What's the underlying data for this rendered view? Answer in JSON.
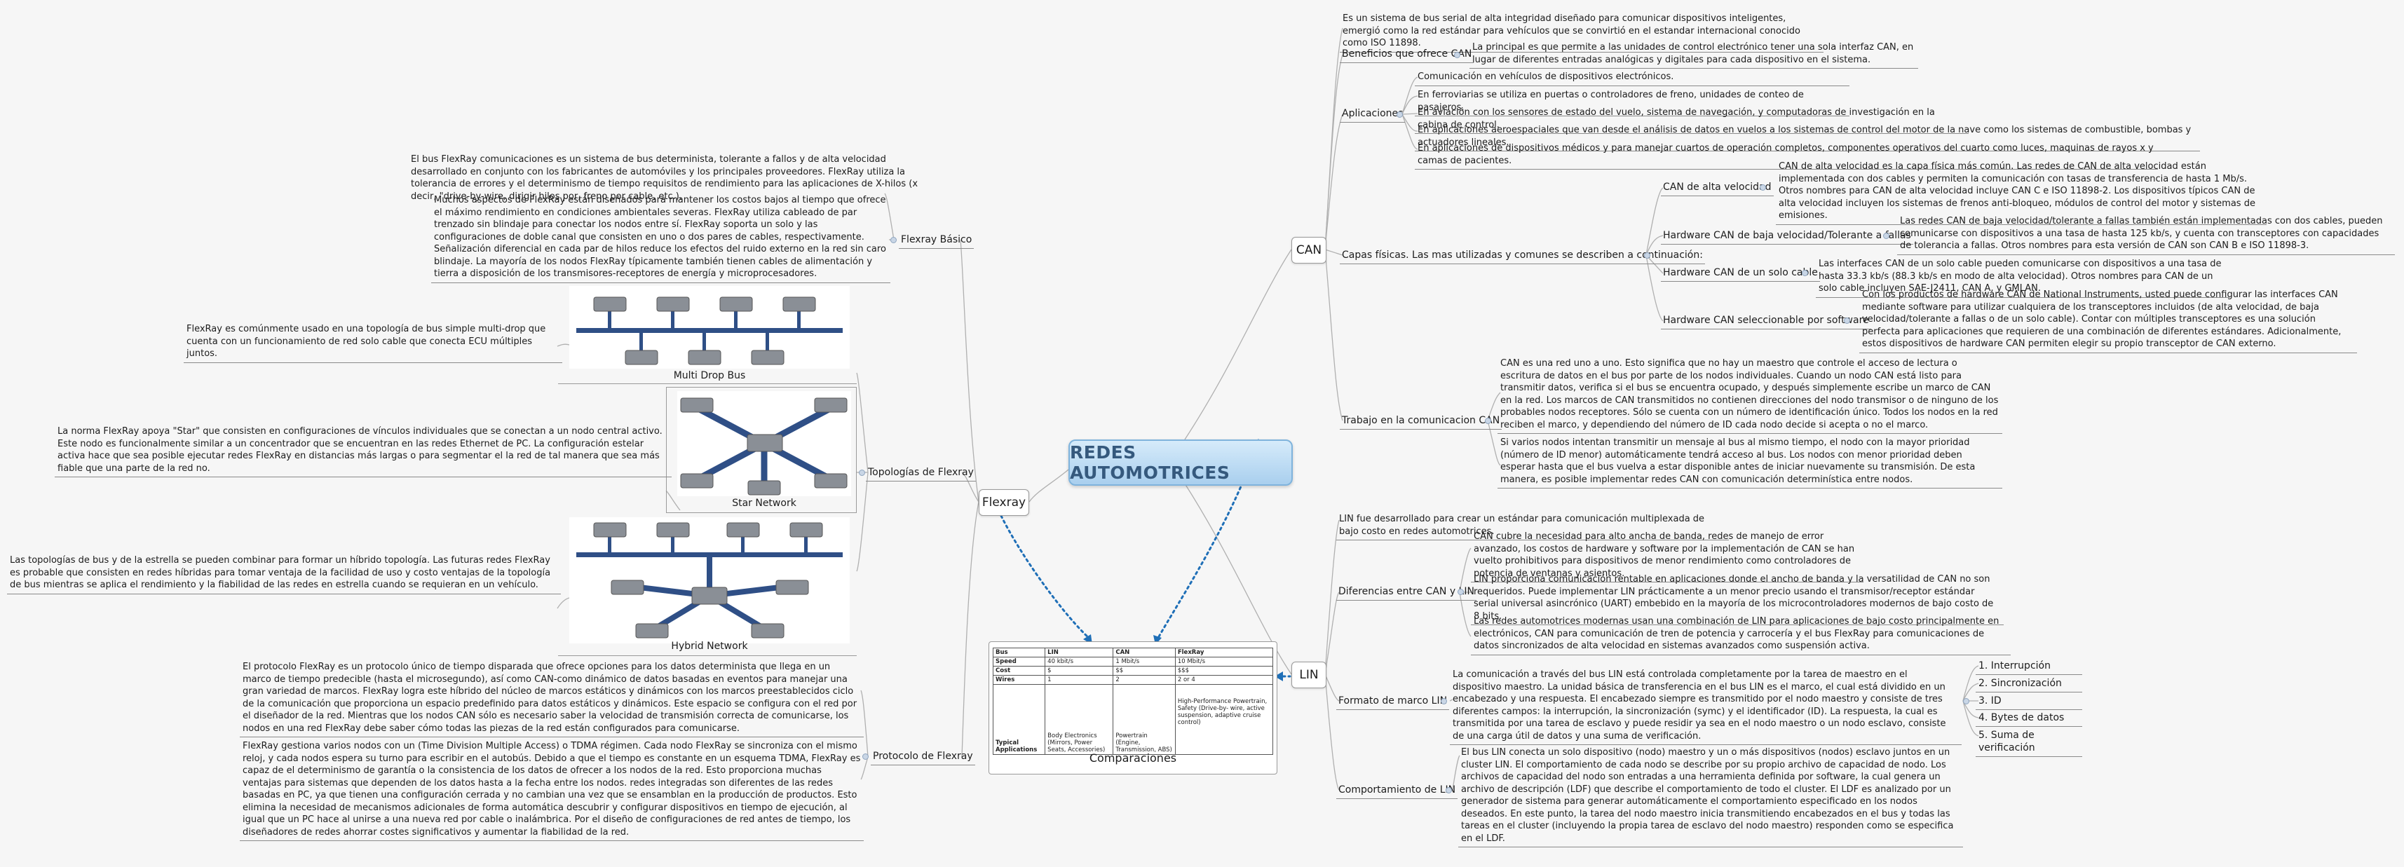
{
  "central": "REDES AUTOMOTRICES",
  "can": {
    "label": "CAN",
    "intro": "Es un sistema de bus serial de alta integridad diseñado para comunicar dispositivos inteligentes, emergió como la red estándar para vehículos que se convirtió en el estandar internacional conocido como ISO 11898.",
    "beneficios": {
      "label": "Beneficios que ofrece CAN",
      "text": "La principal es que permite a las unidades de control electrónico tener una sola interfaz CAN, en lugar de diferentes entradas analógicas y digitales para cada dispositivo en el sistema."
    },
    "aplicaciones": {
      "label": "Aplicaciones",
      "items": [
        "Comunicación en vehículos de dispositivos electrónicos.",
        "En ferroviarias se utiliza en puertas o controladores de freno, unidades de conteo de pasajeros.",
        "En aviación con los sensores de estado del vuelo, sistema de navegación, y computadoras de investigación en la cabina de control.",
        "En aplicaciones aeroespaciales que van desde el análisis de datos en vuelos a los sistemas de control del motor de la nave como los sistemas de combustible, bombas y actuadores lineales.",
        "En aplicaciones de dispositivos médicos y para manejar cuartos de operación completos, componentes operativos del cuarto como luces, maquinas de rayos x y camas de pacientes."
      ]
    },
    "capas": {
      "label": "Capas físicas. Las mas utilizadas y comunes se describen a continuación:",
      "items": [
        {
          "label": "CAN de alta velocidad",
          "text": "CAN de alta velocidad es la capa física más común. Las redes de CAN de alta velocidad están implementada con dos cables y permiten la comunicación con tasas de transferencia de hasta 1 Mb/s. Otros nombres para CAN de alta velocidad incluye CAN C e ISO 11898-2. Los dispositivos típicos CAN de alta velocidad incluyen los sistemas de frenos anti-bloqueo, módulos de control del motor y sistemas de emisiones."
        },
        {
          "label": "Hardware CAN de baja velocidad/Tolerante a fallas",
          "text": "Las redes CAN de baja velocidad/tolerante a fallas también están implementadas con dos cables, pueden comunicarse con dispositivos a una tasa de hasta 125 kb/s, y cuenta con transceptores con capacidades de tolerancia a fallas. Otros nombres para esta versión de CAN son CAN B e ISO 11898-3."
        },
        {
          "label": "Hardware CAN de un solo cable",
          "text": "Las interfaces CAN de un solo cable pueden comunicarse con dispositivos a una tasa de hasta 33.3 kb/s (88.3 kb/s en modo de alta velocidad). Otros nombres para CAN de un solo cable incluyen SAE-J2411, CAN A, y GMLAN."
        },
        {
          "label": "Hardware CAN seleccionable por software",
          "text": "Con los productos de hardware CAN de National Instruments, usted puede configurar las interfaces CAN mediante software para utilizar cualquiera de los transceptores incluidos (de alta velocidad, de baja velocidad/tolerante a fallas o de un solo cable). Contar con múltiples transceptores es una solución perfecta para aplicaciones que requieren de una combinación de diferentes estándares. Adicionalmente, estos dispositivos de hardware CAN permiten elegir su propio transceptor de CAN externo."
        }
      ]
    },
    "trabajo": {
      "label": "Trabajo en la comunicacion CAN",
      "items": [
        "CAN es una red uno a uno. Esto significa que no hay un maestro que controle el acceso de lectura o escritura de datos en el bus por parte de los nodos individuales. Cuando un nodo CAN está listo para transmitir datos, verifica si el bus se encuentra ocupado, y después simplemente escribe un marco de CAN en la red. Los marcos de CAN transmitidos no contienen direcciones del nodo transmisor o de ninguno de los probables nodos receptores. Sólo se cuenta con un número de identificación único. Todos los nodos en la red reciben el marco, y dependiendo del número de ID cada nodo decide si acepta o no el marco.",
        "Si varios nodos intentan transmitir un mensaje al bus al mismo tiempo, el nodo con la mayor prioridad (número de ID menor) automáticamente tendrá acceso al bus. Los nodos con menor prioridad deben esperar hasta que el bus vuelva a estar disponible antes de iniciar nuevamente su transmisión. De esta manera, es posible implementar redes CAN con comunicación determinística entre nodos."
      ]
    }
  },
  "lin": {
    "label": "LIN",
    "intro": "LIN fue desarrollado para crear un estándar para comunicación multiplexada de bajo costo en redes automotrices.",
    "diferencias": {
      "label": "Diferencias entre CAN y LIN",
      "items": [
        "CAN cubre la necesidad para alto ancha de banda, redes de manejo de error avanzado, los costos de hardware y software por la implementación de CAN se han vuelto prohibitivos para dispositivos de menor rendimiento como controladores de potencia de ventanas y asientos.",
        "LIN proporciona comunicación rentable en aplicaciones donde el ancho de banda y la versatilidad de CAN no son requeridos. Puede implementar LIN prácticamente a un menor precio usando el transmisor/receptor estándar serial universal asincrónico (UART) embebido en la mayoría de los microcontroladores modernos de bajo costo de 8 bits.",
        "Las redes automotrices modernas usan una combinación de LIN para aplicaciones de bajo costo principalmente en electrónicos, CAN para comunicación de tren de potencia y carrocería y el bus FlexRay para comunicaciones de datos sincronizados de alta velocidad en sistemas avanzados como suspensión activa."
      ]
    },
    "formato": {
      "label": "Formato de marco LIN",
      "text": "La comunicación a través del bus LIN está controlada completamente por la tarea de maestro en el dispositivo maestro. La unidad básica de transferencia en el bus LIN es el marco, el cual está dividido en un encabezado y una respuesta. El encabezado siempre es transmitido por el nodo maestro y consiste de tres diferentes campos: la interrupción, la sincronización (symc) y el identificador (ID). La respuesta, la cual es transmitida por una tarea de esclavo y puede residir ya sea en el nodo maestro o un nodo esclavo, consiste de una carga útil de datos y una suma de verificación.",
      "fields": [
        "1. Interrupción",
        "2. Sincronización",
        "3. ID",
        "4. Bytes de datos",
        "5. Suma de verificación"
      ]
    },
    "comportamiento": {
      "label": "Comportamiento de LIN",
      "text": "El bus LIN conecta un solo dispositivo (nodo) maestro y un o más dispositivos (nodos) esclavo juntos en un cluster LIN. El comportamiento de cada nodo se describe por su propio archivo de capacidad de nodo. Los archivos de capacidad del nodo son entradas a una herramienta definida por software, la cual genera un archivo de descripción (LDF) que describe el comportamiento de todo el cluster. El LDF es analizado por un generador de sistema para generar automáticamente el comportamiento especificado en los nodos deseados. En este punto, la tarea del nodo maestro inicia transmitiendo encabezados en el bus y todas las tareas en el cluster (incluyendo la propia tarea de esclavo del nodo maestro) responden como se especifica en el LDF."
    }
  },
  "flexray": {
    "label": "Flexray",
    "intro": "El bus FlexRay comunicaciones es un sistema de bus determinista, tolerante a fallos y de alta velocidad desarrollado en conjunto con los fabricantes de automóviles y los principales proveedores. FlexRay utiliza la tolerancia de errores y el determinismo de tiempo requisitos de rendimiento para las aplicaciones de X-hilos (x decir, \"drive-by-wire, dirigir hilos por, freno por cable, etc.).",
    "basico": {
      "label": "Flexray Básico",
      "text": "Muchos aspectos de FlexRay están diseñados para mantener los costos bajos al tiempo que ofrece el máximo rendimiento en condiciones ambientales severas. FlexRay utiliza cableado de par trenzado sin blindaje para conectar los nodos entre sí. FlexRay soporta un solo y las configuraciones de doble canal que consisten en uno o dos pares de cables, respectivamente. Señalización diferencial en cada par de hilos reduce los efectos del ruido externo en la red sin caro blindaje. La mayoría de los nodos FlexRay típicamente también tienen cables de alimentación y tierra a disposición de los transmisores-receptores de energía y microprocesadores."
    },
    "topologias": {
      "label": "Topologías de Flexray",
      "items": [
        {
          "caption": "Multi Drop Bus",
          "text": "FlexRay es comúnmente usado en una topología de bus simple multi-drop que cuenta con un funcionamiento de red solo cable que conecta ECU múltiples juntos."
        },
        {
          "caption": "Star Network",
          "text": "La norma FlexRay apoya \"Star\" que consisten en configuraciones de vínculos individuales que se conectan a un nodo central activo. Este nodo es funcionalmente similar a un concentrador que se encuentran en las redes Ethernet de PC. La configuración estelar activa hace que sea posible ejecutar redes FlexRay en distancias más largas o para segmentar el la red de tal manera que sea más fiable que una parte de la red no."
        },
        {
          "caption": "Hybrid Network",
          "text": "Las topologías de bus y de la estrella se pueden combinar para formar un híbrido topología. Las futuras redes FlexRay es probable que consisten en redes híbridas para tomar ventaja de la facilidad de uso y costo ventajas de la topología de bus mientras se aplica el rendimiento y la fiabilidad de las redes en estrella cuando se requieran en un vehículo."
        }
      ]
    },
    "protocolo": {
      "label": "Protocolo de Flexray",
      "items": [
        "El protocolo FlexRay es un protocolo único de tiempo disparada que ofrece opciones para los datos determinista que llega en un marco de tiempo predecible (hasta el microsegundo), así como CAN-como dinámico de datos basadas en eventos para manejar una gran variedad de marcos. FlexRay logra este híbrido del núcleo de marcos estáticos y dinámicos con los marcos preestablecidos ciclo de la comunicación que proporciona un espacio predefinido para datos estáticos y dinámicos. Este espacio se configura con el red por el diseñador de la red. Mientras que los nodos CAN sólo es necesario saber la velocidad de transmisión correcta de comunicarse, los nodos en una red FlexRay debe saber cómo todas las piezas de la red están configurados para comunicarse.",
        "FlexRay gestiona varios nodos con un (Time Division Multiple Access) o TDMA régimen. Cada nodo FlexRay se sincroniza con el mismo reloj, y cada nodos espera su turno para escribir en el autobús. Debido a que el tiempo es constante en un esquema TDMA, FlexRay es capaz de el determinismo de garantía o la consistencia de los datos de ofrecer a los nodos de la red. Esto proporciona muchas ventajas para sistemas que dependen de los datos hasta a la fecha entre los nodos. redes integradas son diferentes de las redes basadas en PC, ya que tienen una configuración cerrada y no cambian una vez que se ensamblan en la producción de productos. Esto elimina la necesidad de mecanismos adicionales de forma automática descubrir y configurar dispositivos en tiempo de ejecución, al igual que un PC hace al unirse a una nueva red por cable o inalámbrica. Por el diseño de configuraciones de red antes de tiempo, los diseñadores de redes ahorrar costes significativos y aumentar la fiabilidad de la red."
      ]
    }
  },
  "comparaciones": {
    "caption": "Comparaciones",
    "headers": [
      "Bus",
      "LIN",
      "CAN",
      "FlexRay"
    ],
    "rows": [
      [
        "Speed",
        "40 kbit/s",
        "1 Mbit/s",
        "10 Mbit/s"
      ],
      [
        "Cost",
        "$",
        "$$",
        "$$$"
      ],
      [
        "Wires",
        "1",
        "2",
        "2 or 4"
      ],
      [
        "",
        "",
        "",
        "High-Performance Powertrain, Safety (Drive-by- wire, active suspension, adaptive cruise control)"
      ],
      [
        "Typical Applications",
        "Body Electronics (Mirrors, Power Seats, Accessories)",
        "Powertrain (Engine, Transmission, ABS)",
        ""
      ]
    ]
  },
  "colors": {
    "accent": "#a9cfee",
    "central_text": "#35597d",
    "link": "#1f6fb7"
  }
}
